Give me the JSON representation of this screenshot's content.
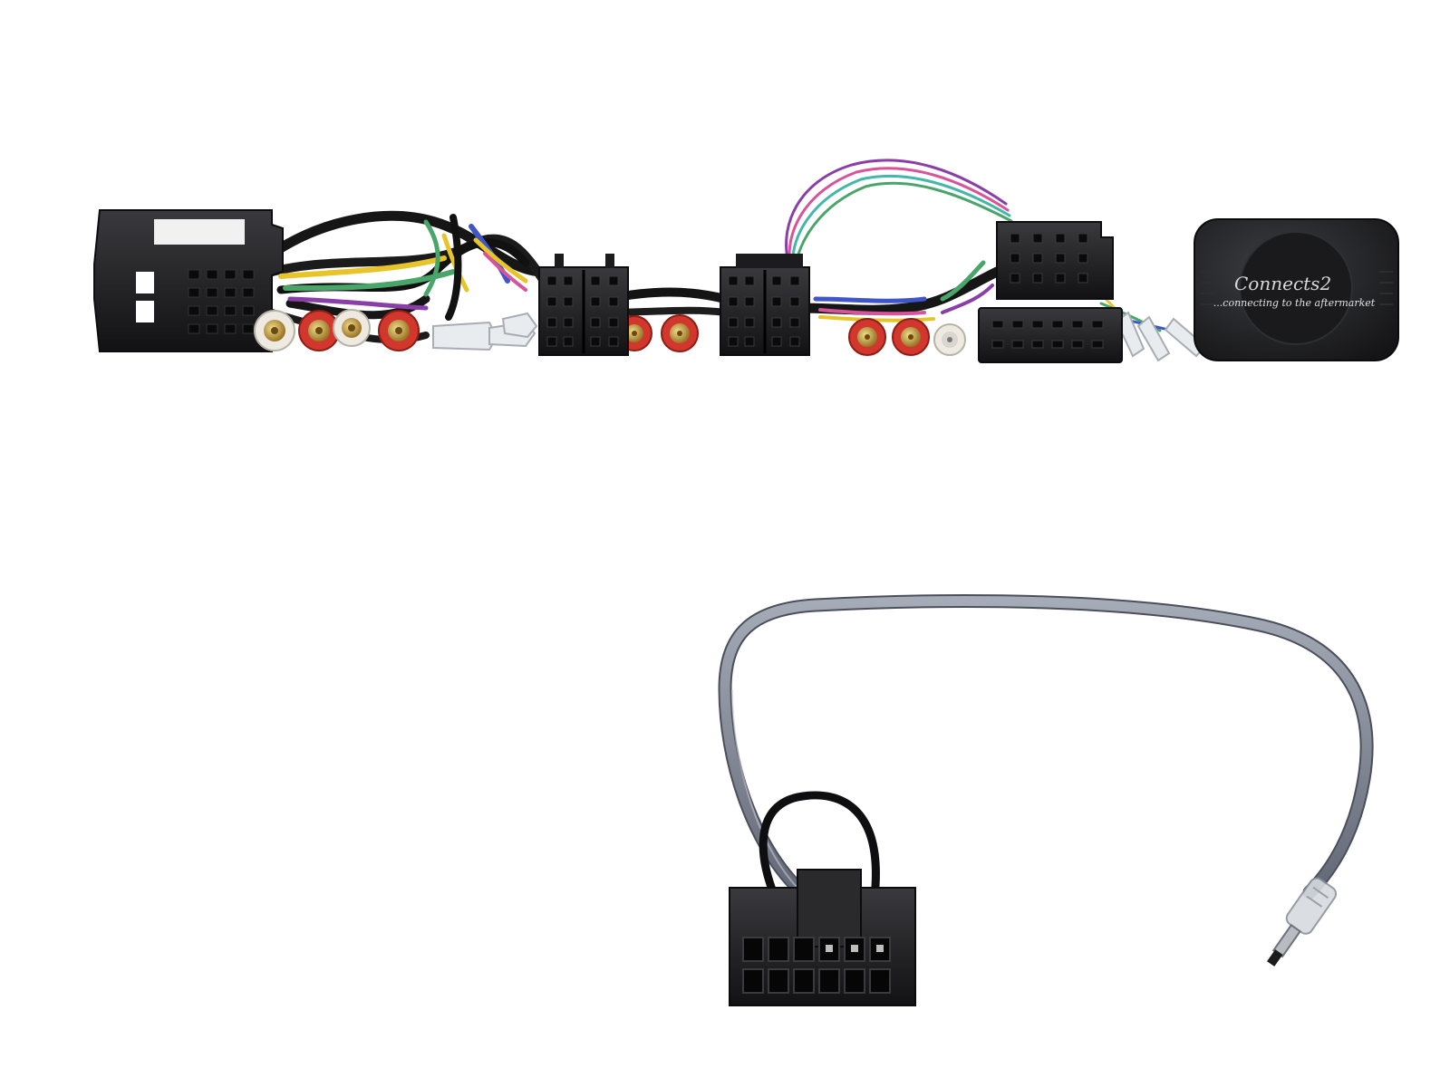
{
  "image": {
    "background": "#ffffff",
    "subjects": [
      "quadlock-connector",
      "control-harness-wiring",
      "iso-connectors",
      "rca-plugs",
      "interface-module",
      "patch-lead",
      "12-pin-connector",
      "jack-plug"
    ]
  },
  "module_logo": {
    "brand": "Connects2",
    "tagline": "...connecting to the aftermarket"
  },
  "colors": {
    "connector_black": "#1f1f22",
    "module_black": "#202023",
    "grey_lead": "#7b8091",
    "rca_red": "#d2372d",
    "rca_white": "#eeeae2",
    "gold_pin": "#c8a04a",
    "wire_green": "#4aa56a",
    "wire_blue": "#3f55c9",
    "wire_yellow": "#e7c52a",
    "wire_purple": "#8a3fa8",
    "wire_pink": "#d9539a",
    "wire_teal": "#43b7a9"
  }
}
